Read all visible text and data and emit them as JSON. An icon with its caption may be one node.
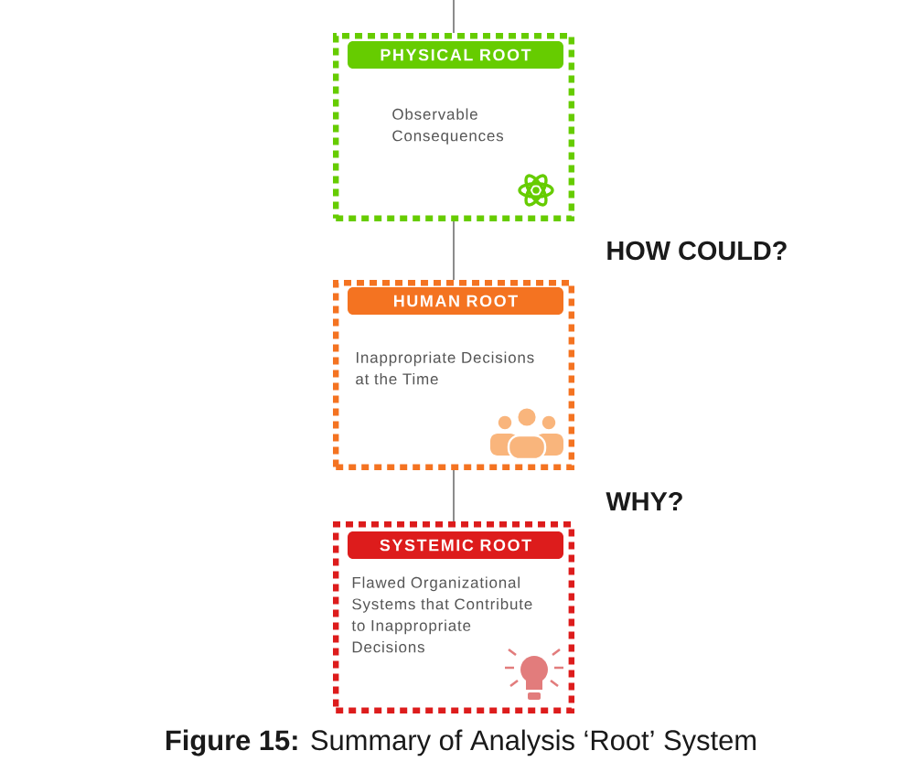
{
  "diagram": {
    "caption": "**Figure 15:** Summary of Analysis ‘Root’ System",
    "nodes": [
      {
        "text": [
          "PHYSICAL ROOT",
          "Observable Consequences"
        ]
      },
      {
        "text": [
          "HUMAN ROOT",
          "Inappropriate Decisions at the Time"
        ]
      },
      {
        "text": [
          "SYSTEMIC ROOT",
          "Flawed Organizational Systems that Contribute to Inappropriate Decisions"
        ]
      }
    ],
    "edges": [
      {
        "from": null,
        "to": 0,
        "arrow": "none"
      },
      {
        "from": 0,
        "to": 1,
        "arrow": "none"
      },
      {
        "from": 1,
        "to": 2,
        "arrow": "none"
      }
    ],
    "labels": [
      "HOW COULD?",
      "WHY?"
    ]
  }
}
